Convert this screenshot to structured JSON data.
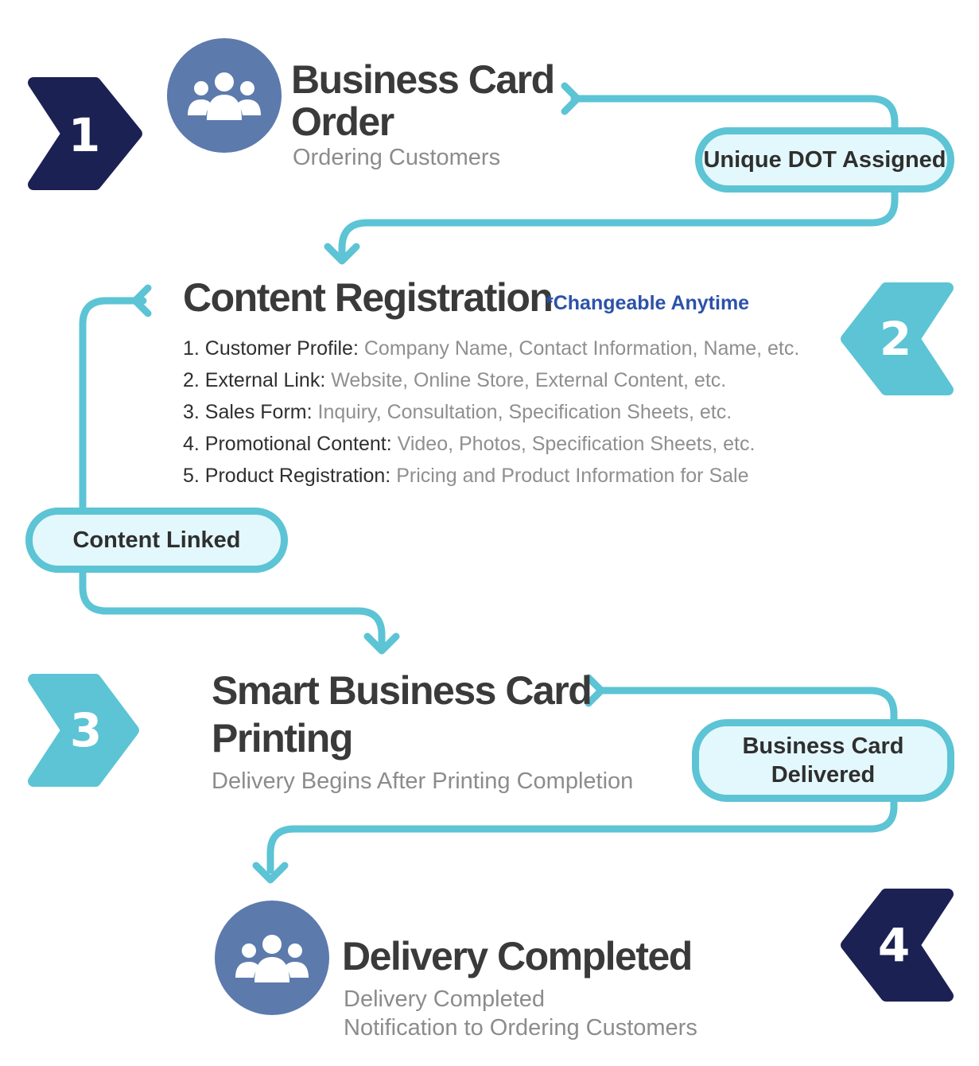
{
  "colors": {
    "navy": "#1c2153",
    "teal": "#5cc4d4",
    "avatar": "#5c7aac",
    "pill_fill": "#e3f8fc",
    "note_blue": "#2c52a8"
  },
  "icons": {
    "avatar_icon": "people-group-icon"
  },
  "steps": [
    {
      "number": "1",
      "title_lines": [
        "Business Card",
        "Order"
      ],
      "subtitle_lines": [
        "Ordering Customers"
      ]
    },
    {
      "number": "2",
      "title": "Content Registration",
      "note": "*Changeable Anytime",
      "items": [
        {
          "key": "1. Customer Profile:",
          "value": "Company Name, Contact Information, Name, etc."
        },
        {
          "key": "2. External Link:",
          "value": "Website, Online Store, External Content, etc."
        },
        {
          "key": "3. Sales Form:",
          "value": "Inquiry, Consultation, Specification Sheets, etc."
        },
        {
          "key": "4. Promotional Content:",
          "value": "Video, Photos, Specification Sheets, etc."
        },
        {
          "key": "5. Product Registration:",
          "value": "Pricing and Product Information for Sale"
        }
      ]
    },
    {
      "number": "3",
      "title_lines": [
        "Smart Business Card",
        "Printing"
      ],
      "subtitle_lines": [
        "Delivery Begins After Printing Completion"
      ]
    },
    {
      "number": "4",
      "title": "Delivery Completed",
      "subtitle_lines": [
        "Delivery Completed",
        "Notification to Ordering Customers"
      ]
    }
  ],
  "connectors": [
    {
      "label": "Unique DOT Assigned"
    },
    {
      "label": "Content Linked"
    },
    {
      "label_lines": [
        "Business Card",
        "Delivered"
      ]
    }
  ]
}
